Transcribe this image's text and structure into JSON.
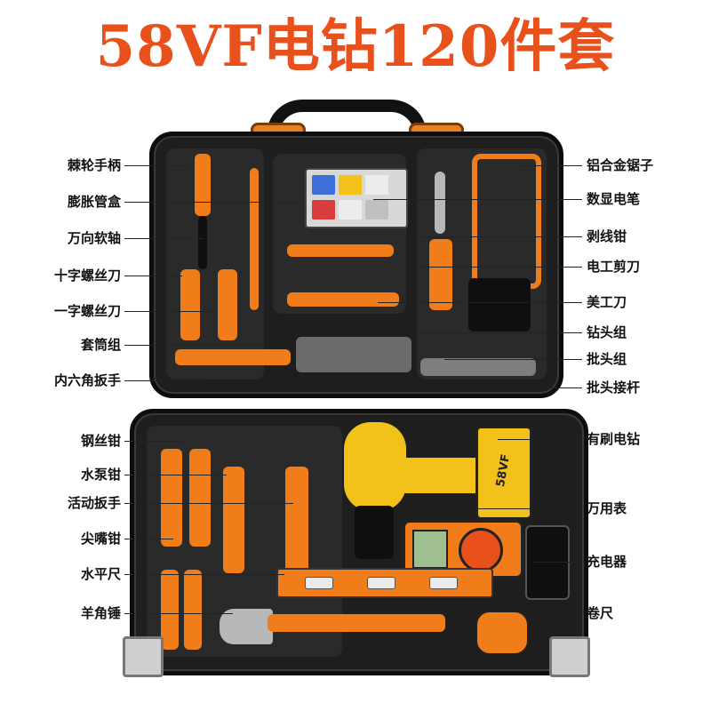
{
  "title": "58VF电钻120件套",
  "left_labels": [
    "棘轮手柄",
    "膨胀管盒",
    "万向软轴",
    "十字螺丝刀",
    "一字螺丝刀",
    "套筒组",
    "内六角扳手",
    "钢丝钳",
    "水泵钳",
    "活动扳手",
    "尖嘴钳",
    "水平尺",
    "羊角锤"
  ],
  "right_labels": [
    "铝合金锯子",
    "数显电笔",
    "剥线钳",
    "电工剪刀",
    "美工刀",
    "钻头组",
    "批头组",
    "批头接杆",
    "有刷电钻",
    "万用表",
    "充电器",
    "卷尺"
  ],
  "drill_battery_text": "58VF",
  "colors": {
    "title": "#e8501c",
    "accent": "#f07d1a",
    "case": "#1e1e1e",
    "drill": "#f2c21a"
  }
}
